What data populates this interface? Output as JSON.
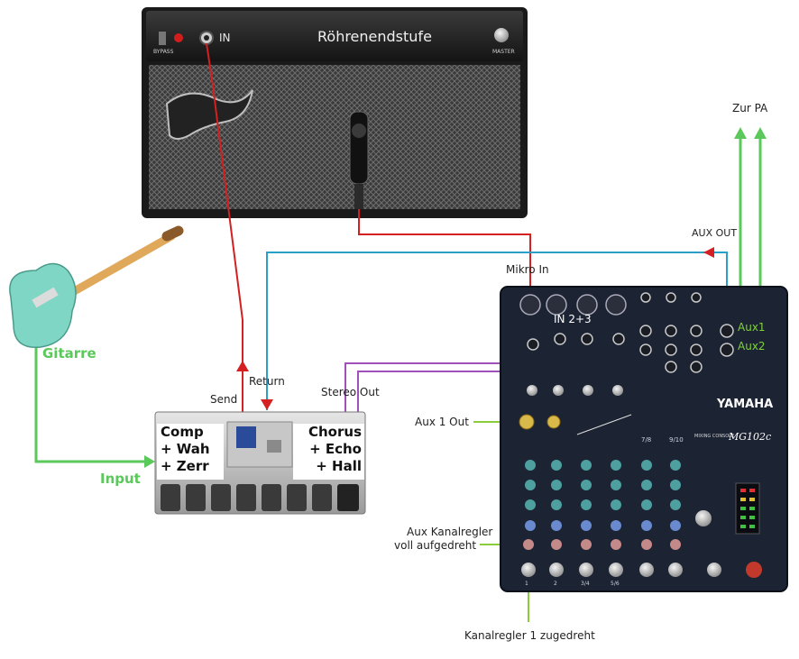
{
  "amp": {
    "title": "Röhrenendstufe",
    "input_label": "IN",
    "switch_label": "BYPASS",
    "knob_label": "MASTER"
  },
  "labels": {
    "zur_pa": "Zur PA",
    "aux_out": "AUX OUT",
    "mikro_in": "Mikro In",
    "in_23": "IN 2+3",
    "aux1": "Aux1",
    "aux2": "Aux2",
    "send": "Send",
    "return": "Return",
    "stereo_out": "Stereo Out",
    "aux1_out": "Aux 1 Out",
    "aux_kanalregler_1": "Aux Kanalregler",
    "aux_kanalregler_2": "voll aufgedreht",
    "kanalregler": "Kanalregler 1 zugedreht",
    "gitarre": "Gitarre",
    "input": "Input"
  },
  "fx": {
    "left": [
      "Comp",
      "+ Wah",
      "+ Zerr"
    ],
    "right": [
      "Chorus",
      "+ Echo",
      "+ Hall"
    ]
  },
  "mixer": {
    "brand": "YAMAHA",
    "model": "MG102c",
    "model_sub": "MIXING CONSOLE",
    "channels": [
      "1",
      "2",
      "3/4",
      "5/6",
      "7/8",
      "9/10"
    ]
  },
  "colors": {
    "send_cable": "#d42020",
    "return_cable": "#2aa0c8",
    "stereo_cable": "#a050b8",
    "guitar_cable": "#5ac85a",
    "annotation_line": "#8acd3a",
    "mixer_body": "#1c2333"
  }
}
